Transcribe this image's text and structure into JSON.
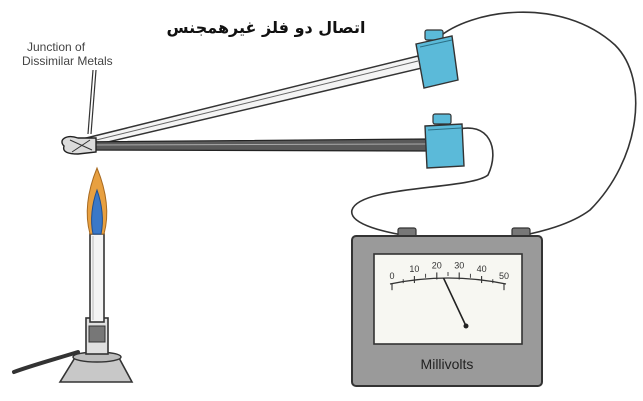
{
  "labels": {
    "persian_title": "اتصال دو فلز غیرهمجنس",
    "junction_line1": "Junction of",
    "junction_line2": "Dissimilar Metals",
    "meter_unit": "Millivolts"
  },
  "meter": {
    "scale_ticks": [
      "0",
      "10",
      "20",
      "30",
      "40",
      "50"
    ],
    "needle_value": 23
  },
  "colors": {
    "connector_blocks": "#5bbad9",
    "meter_body": "#9a9a9a",
    "meter_face": "#f7f7f2",
    "flame_outer": "#e8a040",
    "flame_inner": "#3a78c8",
    "wire": "#333333"
  }
}
